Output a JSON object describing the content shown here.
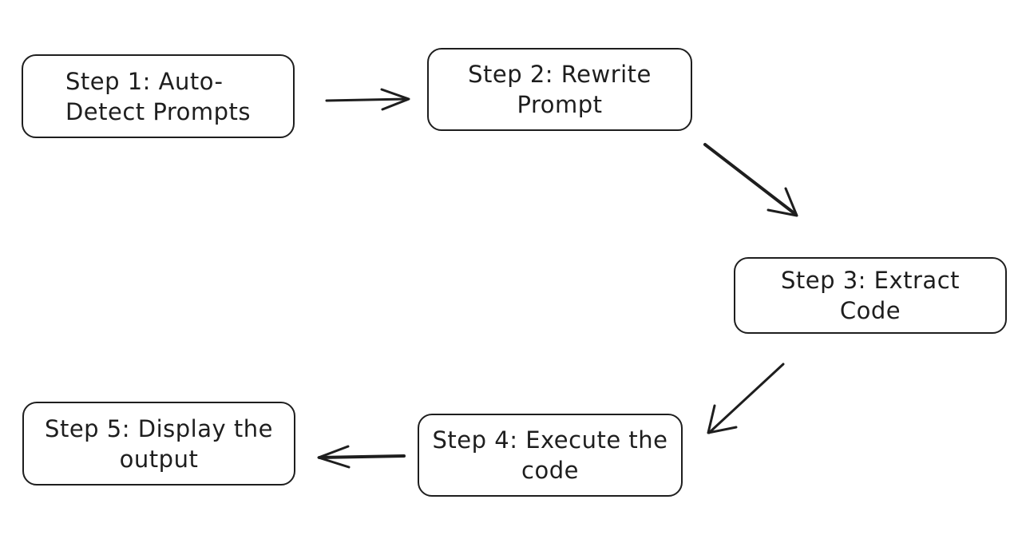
{
  "diagram": {
    "stroke_color": "#1e1e1e",
    "background_color": "#ffffff",
    "steps": [
      {
        "label": "Step 1: Auto-\nDetect Prompts"
      },
      {
        "label": "Step 2: Rewrite\nPrompt"
      },
      {
        "label": "Step 3: Extract\nCode"
      },
      {
        "label": "Step 4: Execute the\ncode"
      },
      {
        "label": "Step 5: Display the\noutput"
      }
    ],
    "connections": [
      {
        "from": "Step 1",
        "to": "Step 2"
      },
      {
        "from": "Step 2",
        "to": "Step 3"
      },
      {
        "from": "Step 3",
        "to": "Step 4"
      },
      {
        "from": "Step 4",
        "to": "Step 5"
      }
    ]
  }
}
